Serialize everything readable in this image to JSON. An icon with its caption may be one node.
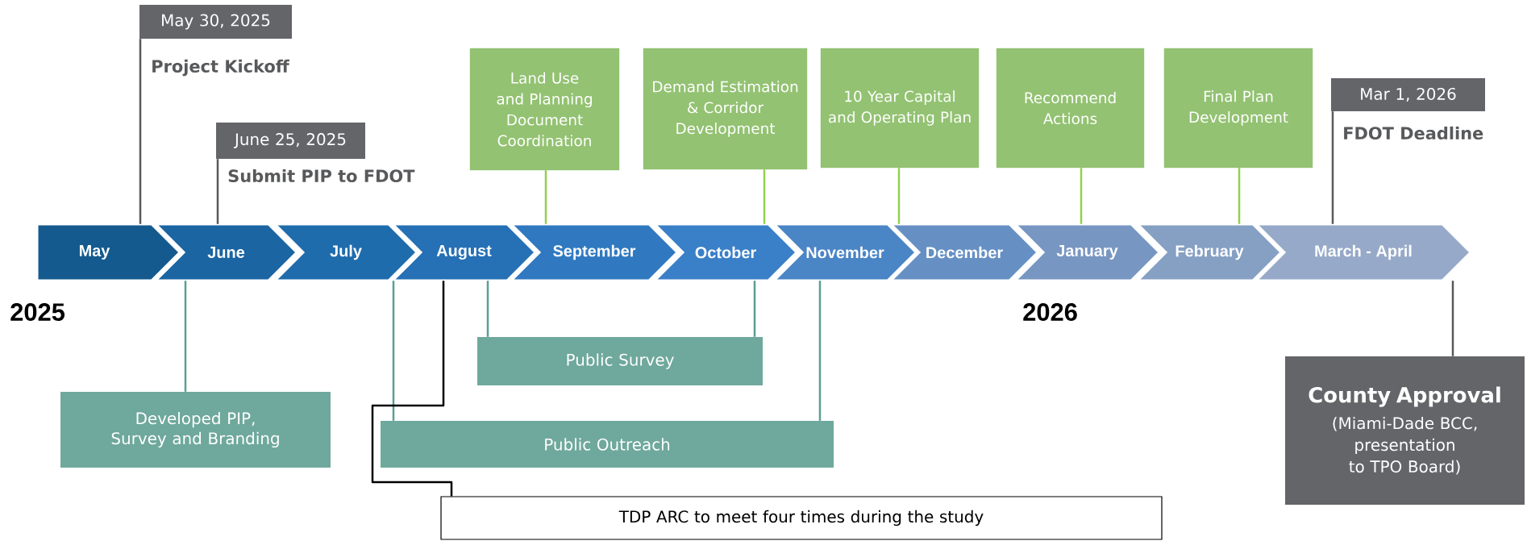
{
  "diagram": {
    "nodes": [
      {
        "text": [
          "May"
        ]
      },
      {
        "text": [
          "June"
        ]
      },
      {
        "text": [
          "July"
        ]
      },
      {
        "text": [
          "August"
        ]
      },
      {
        "text": [
          "September"
        ]
      },
      {
        "text": [
          "October"
        ]
      },
      {
        "text": [
          "November"
        ]
      },
      {
        "text": [
          "December"
        ]
      },
      {
        "text": [
          "January"
        ]
      },
      {
        "text": [
          "February"
        ]
      },
      {
        "text": [
          "March - April"
        ]
      },
      {
        "text": [
          "May 30, 2025"
        ],
        "beside": [
          "Project Kickoff"
        ]
      },
      {
        "text": [
          "June 25, 2025"
        ],
        "beside": [
          "Submit PIP to FDOT"
        ]
      },
      {
        "text": [
          "Land Use and Planning Document Coordination"
        ]
      },
      {
        "text": [
          "Demand Estimation & Corridor Development"
        ]
      },
      {
        "text": [
          "10 Year Capital and Operating Plan"
        ]
      },
      {
        "text": [
          "Recommend Actions"
        ]
      },
      {
        "text": [
          "Final Plan Development"
        ]
      },
      {
        "text": [
          "Mar 1, 2026"
        ],
        "beside": [
          "FDOT Deadline"
        ]
      },
      {
        "text": [
          "Developed PIP, Survey and Branding"
        ]
      },
      {
        "text": [
          "Public Survey"
        ]
      },
      {
        "text": [
          "Public Outreach"
        ]
      },
      {
        "text": [
          "TDP ARC to meet four times during the study"
        ]
      },
      {
        "text": [
          "County Approval",
          "(Miami-Dade BCC, presentation to TPO Board)"
        ]
      }
    ],
    "edges": [
      {
        "from": 11,
        "to": 0,
        "arrow": "none",
        "color": "#58595b"
      },
      {
        "from": 12,
        "to": 1,
        "arrow": "none",
        "color": "#58595b"
      },
      {
        "from": 13,
        "to": 4,
        "arrow": "none",
        "color": "#92d050"
      },
      {
        "from": 14,
        "to": 5,
        "arrow": "none",
        "color": "#92d050"
      },
      {
        "from": 15,
        "to": 7,
        "arrow": "none",
        "color": "#92d050"
      },
      {
        "from": 16,
        "to": 8,
        "arrow": "none",
        "color": "#92d050"
      },
      {
        "from": 17,
        "to": 9,
        "arrow": "none",
        "color": "#92d050"
      },
      {
        "from": 18,
        "to": 10,
        "arrow": "none",
        "color": "#58595b"
      },
      {
        "from": 1,
        "to": 19,
        "arrow": "none",
        "color": "#5a9e94"
      },
      {
        "from": 3,
        "to": 20,
        "arrow": "none",
        "color": "#5a9e94"
      },
      {
        "from": 5,
        "to": 20,
        "arrow": "none",
        "color": "#5a9e94"
      },
      {
        "from": 3,
        "to": 21,
        "arrow": "none",
        "color": "#5a9e94"
      },
      {
        "from": 6,
        "to": 21,
        "arrow": "none",
        "color": "#5a9e94"
      },
      {
        "from": 3,
        "to": 22,
        "arrow": "none",
        "color": "#000000"
      },
      {
        "from": 10,
        "to": 23,
        "arrow": "none",
        "color": "#58595b"
      }
    ],
    "labels": [
      "2025",
      "2026"
    ]
  }
}
